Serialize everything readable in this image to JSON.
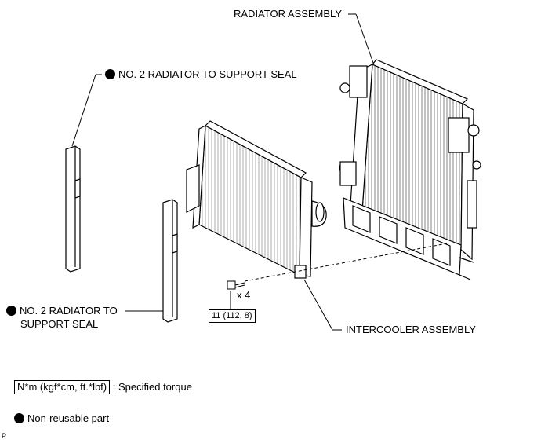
{
  "labels": {
    "radiator_assembly": "RADIATOR ASSEMBLY",
    "seal_top": "NO. 2 RADIATOR TO SUPPORT SEAL",
    "seal_bottom_line1": "NO. 2 RADIATOR TO",
    "seal_bottom_line2": "SUPPORT SEAL",
    "intercooler_assembly": "INTERCOOLER ASSEMBLY",
    "bolt_count": "x 4",
    "torque_value": "11 (112, 8)"
  },
  "legend": {
    "torque_box": "N*m (kgf*cm, ft.*lbf)",
    "torque_text": ": Specified torque",
    "nonreusable_text": "Non-reusable part"
  },
  "corner_mark": "P"
}
